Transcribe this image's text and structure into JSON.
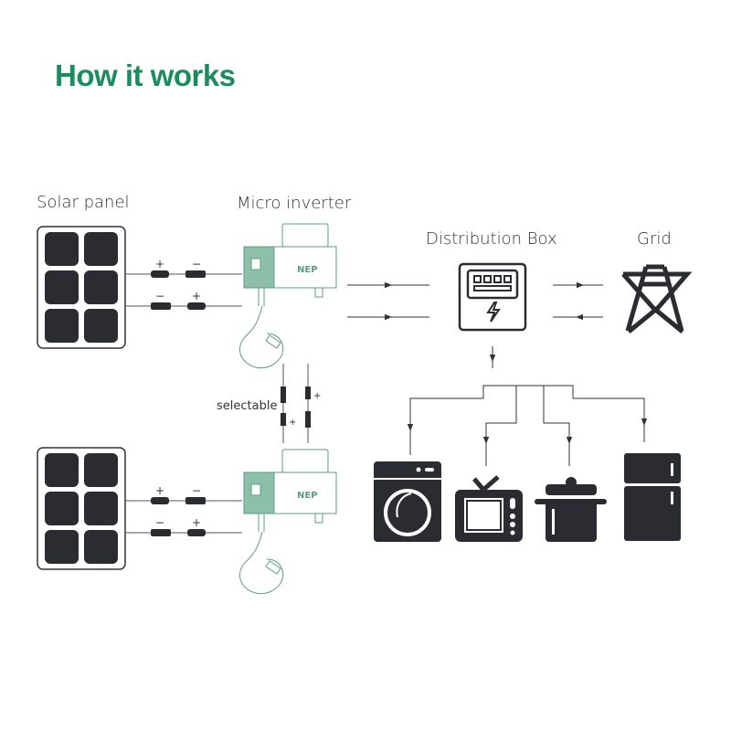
{
  "title": "How it works",
  "labels": {
    "solar_panel": "Solar panel",
    "micro_inverter": "Micro inverter",
    "distribution_box": "Distribution Box",
    "grid": "Grid",
    "selectable": "selectable"
  },
  "connector_signs": {
    "plus": "+",
    "minus": "−"
  },
  "colors": {
    "title": "#1b8c5e",
    "icon": "#2a2c31",
    "inverter": "#5c9c82",
    "line": "#333333"
  },
  "icons": [
    "solar-panel-icon",
    "micro-inverter-icon",
    "distribution-box-icon",
    "grid-tower-icon",
    "washing-machine-icon",
    "tv-icon",
    "pot-icon",
    "fridge-icon"
  ]
}
